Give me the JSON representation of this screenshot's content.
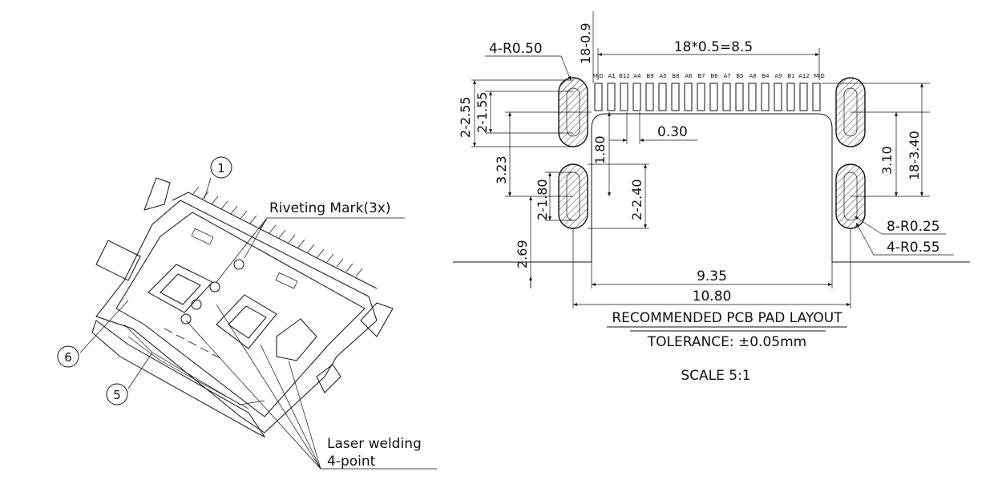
{
  "drawing": {
    "iso_view": {
      "balloons": [
        "1",
        "6",
        "5"
      ],
      "riveting_label": "Riveting Mark(3x)",
      "laser_label_line1": "Laser welding",
      "laser_label_line2": "4-point"
    },
    "pad_layout": {
      "pitch_label": "18*0.5=8.5",
      "pin_names": [
        "MID",
        "A1",
        "B12",
        "A4",
        "B9",
        "A5",
        "B8",
        "A6",
        "B7",
        "B6",
        "A7",
        "B5",
        "A8",
        "B4",
        "A9",
        "B1",
        "A12",
        "MID"
      ],
      "dims": {
        "r050": "4-R0.50",
        "d18_09": "18-0.9",
        "d2_255": "2-2.55",
        "d2_155": "2-1.55",
        "d323": "3.23",
        "d180a": "1.80",
        "d030": "0.30",
        "d2_180": "2-1.80",
        "d2_240": "2-2.40",
        "d269": "2.69",
        "d310": "3.10",
        "d18_340": "18-3.40",
        "r025": "8-R0.25",
        "r055": "4-R0.55",
        "d935": "9.35",
        "d1080": "10.80"
      },
      "title": "RECOMMENDED PCB PAD LAYOUT",
      "tolerance": "TOLERANCE: ±0.05mm",
      "scale": "SCALE 5:1"
    }
  }
}
